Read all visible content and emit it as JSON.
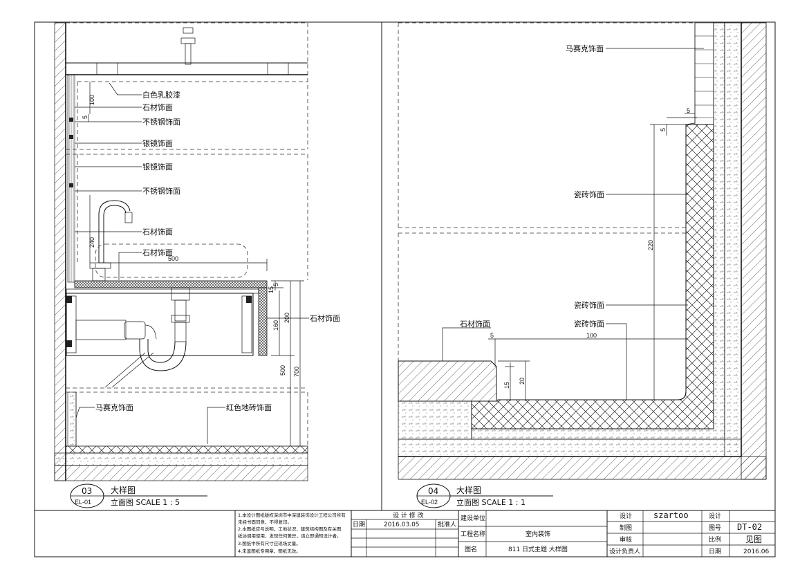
{
  "left": {
    "labels": [
      "白色乳胶漆",
      "石材饰面",
      "不锈钢饰面",
      "银镜饰面",
      "银镜饰面",
      "不锈钢饰面",
      "石材饰面",
      "石材饰面",
      "石材饰面",
      "马赛克饰面",
      "红色地砖饰面"
    ],
    "dims": [
      "100",
      "5",
      "240",
      "500",
      "5",
      "15",
      "160",
      "200",
      "500",
      "700"
    ],
    "title_num": "03",
    "title_ref": "EL-01",
    "title_name": "大样图",
    "title_scale": "立面图  SCALE 1 : 5"
  },
  "right": {
    "labels": [
      "马赛克饰面",
      "瓷砖饰面",
      "瓷砖饰面",
      "瓷砖饰面",
      "石材饰面"
    ],
    "dims": [
      "5",
      "5",
      "220",
      "100",
      "5",
      "15",
      "20"
    ],
    "title_num": "04",
    "title_ref": "EL-02",
    "title_name": "大样图",
    "title_scale": "立面图  SCALE 1 : 1"
  },
  "titleblock": {
    "notes": [
      "1.本设计图纸版权深圳市中深建装饰设计工程公司所有",
      "未经书面同意，不得复印。",
      "2.本图纸应与说明，工地状况，建筑结构图及有关图",
      "纸协调用使用，发现任何差异，请立即通知设计者。",
      "3.图纸中所有尺寸应现场丈量。",
      "4.未盖图纸专用章，图纸无效。"
    ],
    "rev_header": "设 计 修 改",
    "date_label": "日期",
    "date_value": "2016.03.05",
    "approver_label": "批准人",
    "client_label": "建设单位",
    "project_label": "工程名称",
    "project_value": "室内装饰",
    "drawing_label": "图名",
    "drawing_value": "811 日式主题 大样图",
    "design_label": "设计",
    "design_value": "szartoo",
    "draw_label": "制图",
    "review_label": "审核",
    "lead_label": "设计负责人",
    "design2_label": "设计",
    "sheet_label": "图号",
    "sheet_value": "DT-02",
    "scale_label": "比例",
    "scale_value": "见图",
    "date2_label": "日期",
    "date2_value": "2016.06"
  }
}
